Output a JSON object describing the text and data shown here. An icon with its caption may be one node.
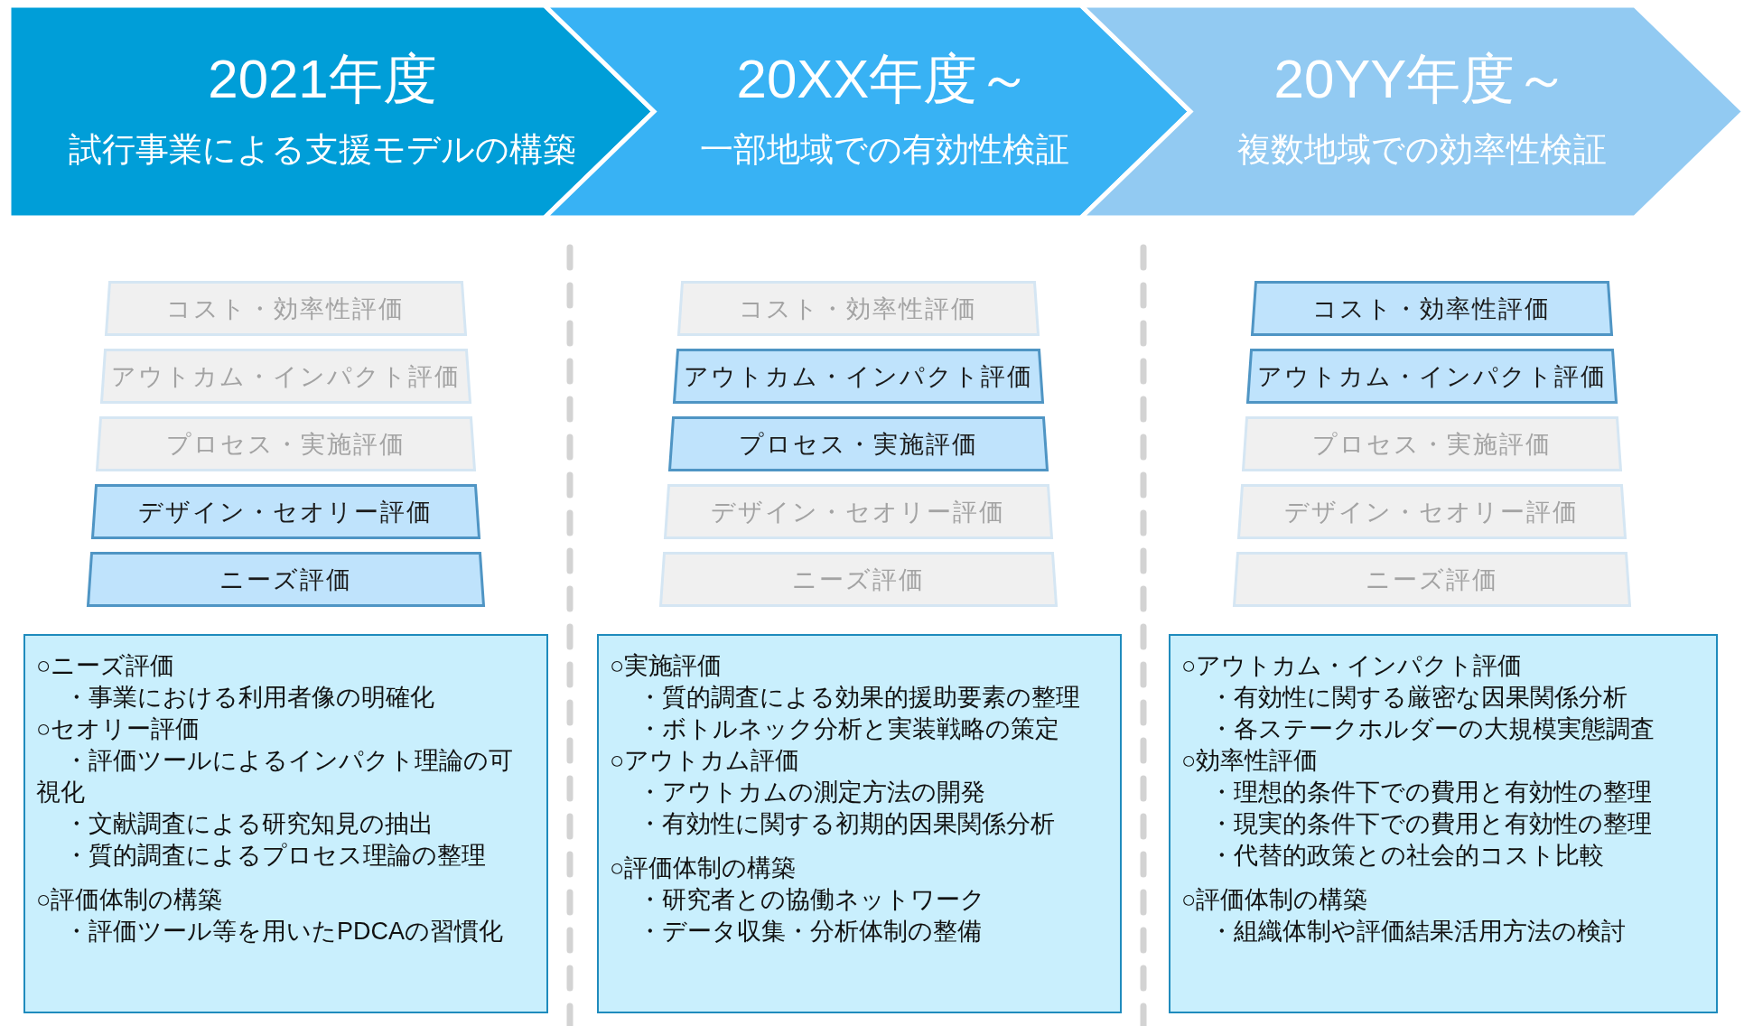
{
  "diagram": {
    "nodes": [
      {
        "text": [
          "2021年度",
          "試行事業による支援モデルの構築"
        ]
      },
      {
        "text": [
          "20XX年度～",
          "一部地域での有効性検証"
        ]
      },
      {
        "text": [
          "20YY年度～",
          "複数地域での効率性検証"
        ]
      },
      {
        "text": [
          "コスト・効率性評価"
        ]
      },
      {
        "text": [
          "アウトカム・インパクト評価"
        ]
      },
      {
        "text": [
          "プロセス・実施評価"
        ]
      },
      {
        "text": [
          "デザイン・セオリー評価"
        ]
      },
      {
        "text": [
          "ニーズ評価"
        ]
      },
      {
        "text": [
          "○ニーズ評価",
          "・事業における利用者像の明確化",
          "○セオリー評価",
          "・評価ツールによるインパクト理論の可視化",
          "・文献調査による研究知見の抽出",
          "・質的調査によるプロセス理論の整理",
          "○評価体制の構築",
          "・評価ツール等を用いたPDCAの習慣化"
        ]
      },
      {
        "text": [
          "コスト・効率性評価"
        ]
      },
      {
        "text": [
          "アウトカム・インパクト評価"
        ]
      },
      {
        "text": [
          "プロセス・実施評価"
        ]
      },
      {
        "text": [
          "デザイン・セオリー評価"
        ]
      },
      {
        "text": [
          "ニーズ評価"
        ]
      },
      {
        "text": [
          "○実施評価",
          "・質的調査による効果的援助要素の整理",
          "・ボトルネック分析と実装戦略の策定",
          "○アウトカム評価",
          "・アウトカムの測定方法の開発",
          "・有効性に関する初期的因果関係分析",
          "○評価体制の構築",
          "・研究者との協働ネットワーク",
          "・データ収集・分析体制の整備"
        ]
      },
      {
        "text": [
          "コスト・効率性評価"
        ]
      },
      {
        "text": [
          "アウトカム・インパクト評価"
        ]
      },
      {
        "text": [
          "プロセス・実施評価"
        ]
      },
      {
        "text": [
          "デザイン・セオリー評価"
        ]
      },
      {
        "text": [
          "ニーズ評価"
        ]
      },
      {
        "text": [
          "○アウトカム・インパクト評価",
          "・有効性に関する厳密な因果関係分析",
          "・各ステークホルダーの大規模実態調査",
          "○効率性評価",
          "・理想的条件下での費用と有効性の整理",
          "・現実的条件下での費用と有効性の整理",
          "・代替的政策との社会的コスト比較",
          "○評価体制の構築",
          "・組織体制や評価結果活用方法の検討"
        ]
      }
    ]
  }
}
